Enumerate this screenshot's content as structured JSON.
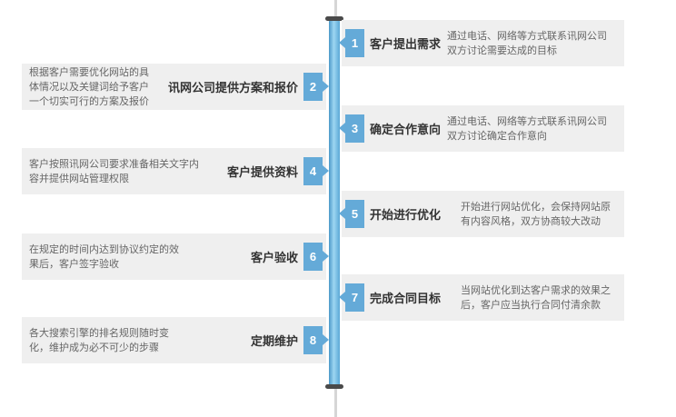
{
  "steps": [
    {
      "num": "1",
      "title": "客户提出需求",
      "desc": "通过电话、网络等方式联系讯网公司双方讨论需要达成的目标"
    },
    {
      "num": "2",
      "title": "讯网公司提供方案和报价",
      "desc": "根据客户需要优化网站的具体情况以及关键词给予客户一个切实可行的方案及报价"
    },
    {
      "num": "3",
      "title": "确定合作意向",
      "desc": "通过电话、网络等方式联系讯网公司双方讨论确定合作意向"
    },
    {
      "num": "4",
      "title": "客户提供资料",
      "desc": "客户按照讯网公司要求准备相关文字内容并提供网站管理权限"
    },
    {
      "num": "5",
      "title": "开始进行优化",
      "desc": "开始进行网站优化，会保持网站原有内容风格，双方协商较大改动"
    },
    {
      "num": "6",
      "title": "客户验收",
      "desc": "在规定的时间内达到协议约定的效果后，客户签字验收"
    },
    {
      "num": "7",
      "title": "完成合同目标",
      "desc": "当网站优化到达客户需求的效果之后，客户应当执行合同付清余款"
    },
    {
      "num": "8",
      "title": "定期维护",
      "desc": "各大搜索引擎的排名规则随时变化，维护成为必不可少的步骤"
    }
  ]
}
